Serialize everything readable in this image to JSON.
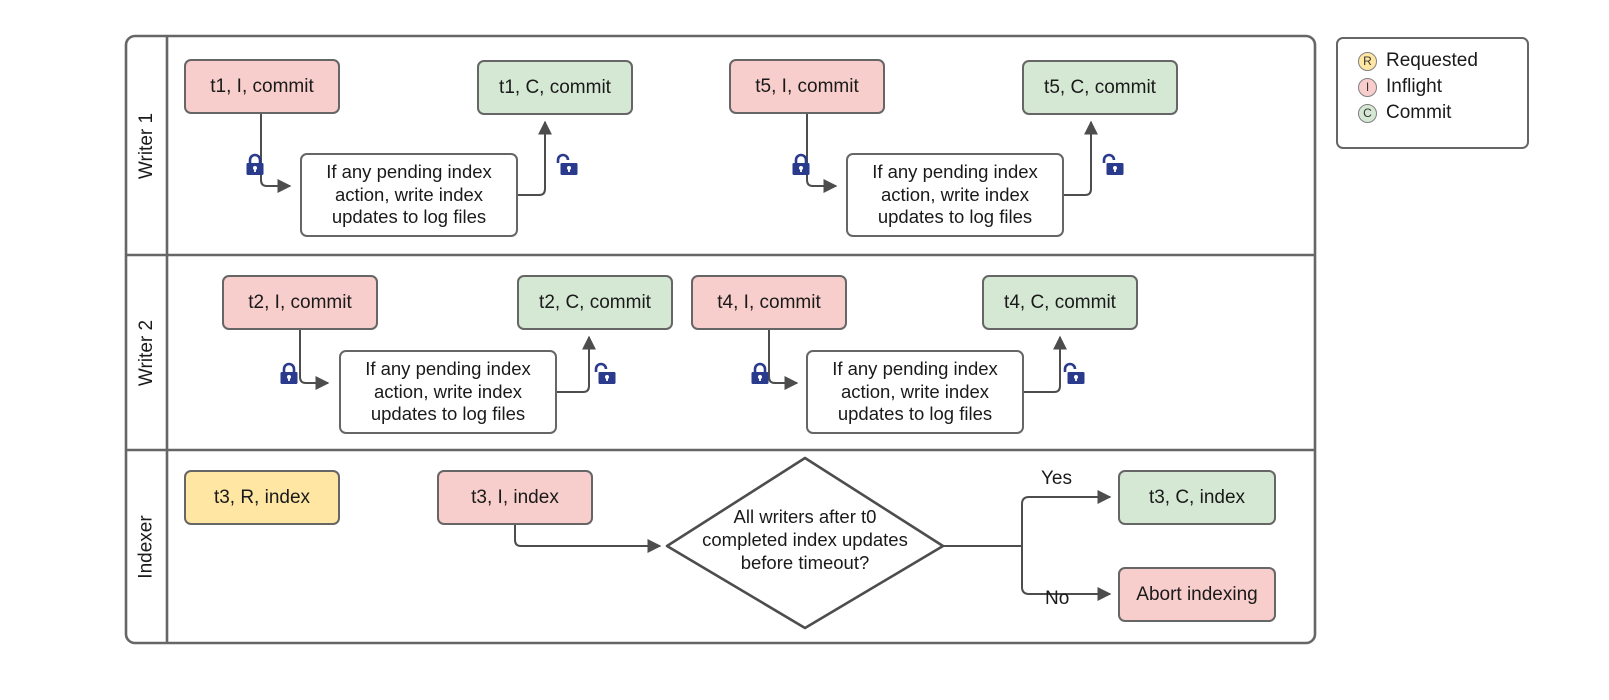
{
  "diagram": {
    "title": "Writer / Indexer transaction swimlane flow",
    "colors": {
      "inflight": "#f8cecc",
      "commit": "#d5e8d4",
      "requested": "#ffe6a3",
      "border": "#666666",
      "lock": "#2a3a8c",
      "edge": "#4d4d4d"
    }
  },
  "lanes": [
    {
      "label": "Writer 1"
    },
    {
      "label": "Writer 2"
    },
    {
      "label": "Indexer"
    }
  ],
  "process_text": "If any pending index\naction, write index\nupdates to log files",
  "nodes": {
    "w1_t1_inflight": "t1, I, commit",
    "w1_t1_commit": "t1, C, commit",
    "w1_t5_inflight": "t5, I, commit",
    "w1_t5_commit": "t5, C, commit",
    "w1_proc_left_l1": "If any pending index",
    "w1_proc_left_l2": "action, write index",
    "w1_proc_left_l3": "updates to log files",
    "w1_proc_right_l1": "If any pending index",
    "w1_proc_right_l2": "action, write index",
    "w1_proc_right_l3": "updates to log files",
    "w2_t2_inflight": "t2, I, commit",
    "w2_t2_commit": "t2, C, commit",
    "w2_t4_inflight": "t4, I, commit",
    "w2_t4_commit": "t4, C, commit",
    "w2_proc_left_l1": "If any pending index",
    "w2_proc_left_l2": "action, write index",
    "w2_proc_left_l3": "updates to log files",
    "w2_proc_right_l1": "If any pending index",
    "w2_proc_right_l2": "action, write index",
    "w2_proc_right_l3": "updates to log files",
    "ix_t3_requested": "t3, R, index",
    "ix_t3_inflight": "t3, I, index",
    "ix_decision_l1": "All writers after t0",
    "ix_decision_l2": "completed index updates",
    "ix_decision_l3": "before timeout?",
    "ix_t3_commit": "t3, C, index",
    "ix_abort": "Abort indexing"
  },
  "edge_labels": {
    "yes": "Yes",
    "no": "No"
  },
  "legend": {
    "items": [
      {
        "glyph": "R",
        "label": "Requested",
        "color": "#ffe6a3"
      },
      {
        "glyph": "I",
        "label": "Inflight",
        "color": "#f8cecc"
      },
      {
        "glyph": "C",
        "label": "Commit",
        "color": "#d5e8d4"
      }
    ]
  },
  "icons": {
    "lock_closed": "lock-closed-icon",
    "lock_open": "lock-open-icon"
  }
}
